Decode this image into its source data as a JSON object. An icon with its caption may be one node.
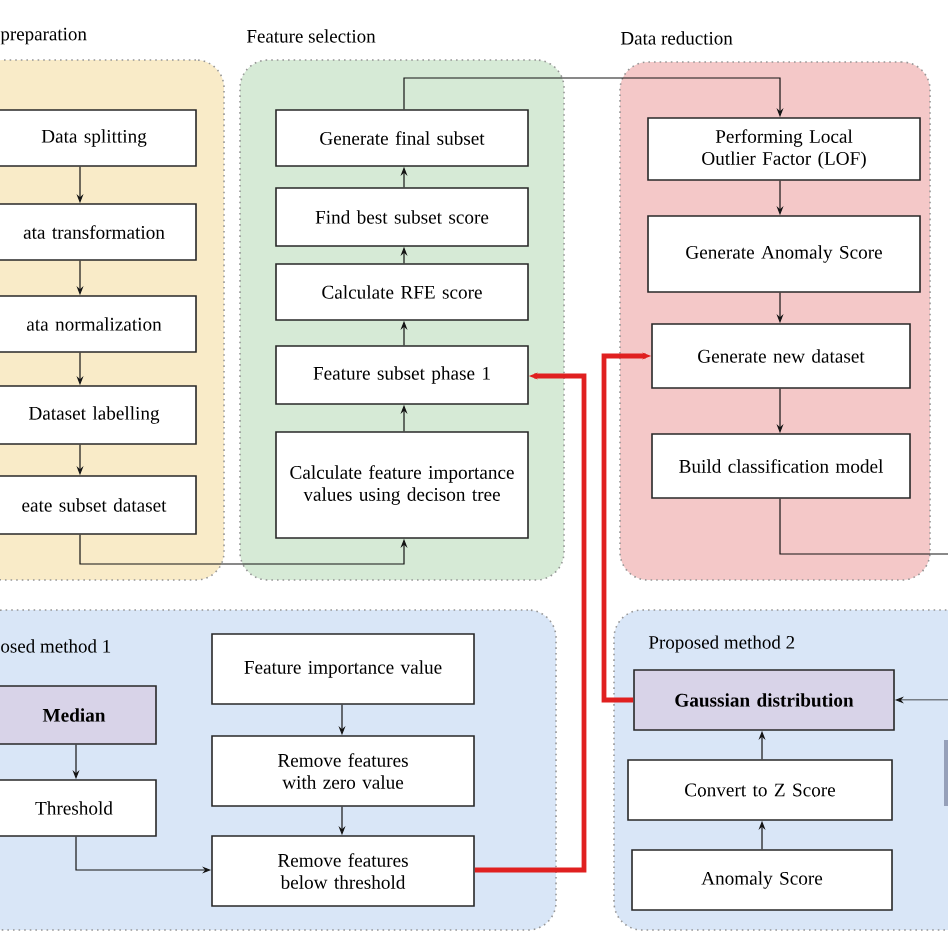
{
  "diagram": {
    "nodes": [
      {
        "text": [
          "preparation"
        ]
      },
      {
        "text": [
          "Data splitting"
        ],
        "in": 0
      },
      {
        "text": [
          "ata transformation"
        ],
        "in": 0
      },
      {
        "text": [
          "ata normalization"
        ],
        "in": 0
      },
      {
        "text": [
          "Dataset labelling"
        ],
        "in": 0
      },
      {
        "text": [
          "eate subset dataset"
        ],
        "in": 0
      },
      {
        "text": [
          "Feature selection"
        ]
      },
      {
        "text": [
          "Generate final subset"
        ],
        "in": 6
      },
      {
        "text": [
          "Find best subset score"
        ],
        "in": 6
      },
      {
        "text": [
          "Calculate RFE score"
        ],
        "in": 6
      },
      {
        "text": [
          "Feature subset phase 1"
        ],
        "in": 6
      },
      {
        "text": [
          "Calculate feature importance values using decison tree"
        ],
        "in": 6
      },
      {
        "text": [
          "Data reduction"
        ]
      },
      {
        "text": [
          "Performing Local Outlier Factor (LOF)"
        ],
        "in": 12
      },
      {
        "text": [
          "Generate Anomaly Score"
        ],
        "in": 12
      },
      {
        "text": [
          "Generate new dataset"
        ],
        "in": 12
      },
      {
        "text": [
          "Build classification model"
        ],
        "in": 12
      },
      {
        "text": [
          "osed method 1"
        ]
      },
      {
        "text": [
          "Median"
        ],
        "in": 17
      },
      {
        "text": [
          "Threshold"
        ],
        "in": 17
      },
      {
        "text": [
          "Feature importance value"
        ],
        "in": 17
      },
      {
        "text": [
          "Remove features with zero value"
        ],
        "in": 17
      },
      {
        "text": [
          "Remove features below threshold"
        ],
        "in": 17
      },
      {
        "text": [
          "Proposed method 2"
        ]
      },
      {
        "text": [
          "Gaussian distribution"
        ],
        "in": 23
      },
      {
        "text": [
          "Convert to Z Score"
        ],
        "in": 23
      },
      {
        "text": [
          "Anomaly Score"
        ],
        "in": 23
      }
    ],
    "edges": [
      {
        "from": 1,
        "to": 2,
        "arrow": "to"
      },
      {
        "from": 2,
        "to": 3,
        "arrow": "to"
      },
      {
        "from": 3,
        "to": 4,
        "arrow": "to"
      },
      {
        "from": 4,
        "to": 5,
        "arrow": "to"
      },
      {
        "from": 5,
        "to": 11,
        "arrow": "to"
      },
      {
        "from": 11,
        "to": 10,
        "arrow": "to"
      },
      {
        "from": 10,
        "to": 9,
        "arrow": "to"
      },
      {
        "from": 9,
        "to": 8,
        "arrow": "to"
      },
      {
        "from": 8,
        "to": 7,
        "arrow": "to"
      },
      {
        "from": 7,
        "to": 13,
        "arrow": "to"
      },
      {
        "from": 13,
        "to": 14,
        "arrow": "to"
      },
      {
        "from": 14,
        "to": 15,
        "arrow": "to"
      },
      {
        "from": 15,
        "to": 16,
        "arrow": "to"
      },
      {
        "from": 16,
        "to": null,
        "arrow": "none"
      },
      {
        "from": null,
        "to": 24,
        "arrow": "to"
      },
      {
        "from": 18,
        "to": 19,
        "arrow": "to"
      },
      {
        "from": 19,
        "to": 22,
        "arrow": "to"
      },
      {
        "from": 20,
        "to": 21,
        "arrow": "to"
      },
      {
        "from": 21,
        "to": 22,
        "arrow": "to"
      },
      {
        "from": 22,
        "to": 10,
        "arrow": "to",
        "style": "thick",
        "color": "#e02020"
      },
      {
        "from": 26,
        "to": 25,
        "arrow": "to"
      },
      {
        "from": 25,
        "to": 24,
        "arrow": "to"
      },
      {
        "from": 24,
        "to": 15,
        "arrow": "to",
        "style": "thick",
        "color": "#e02020"
      }
    ]
  }
}
